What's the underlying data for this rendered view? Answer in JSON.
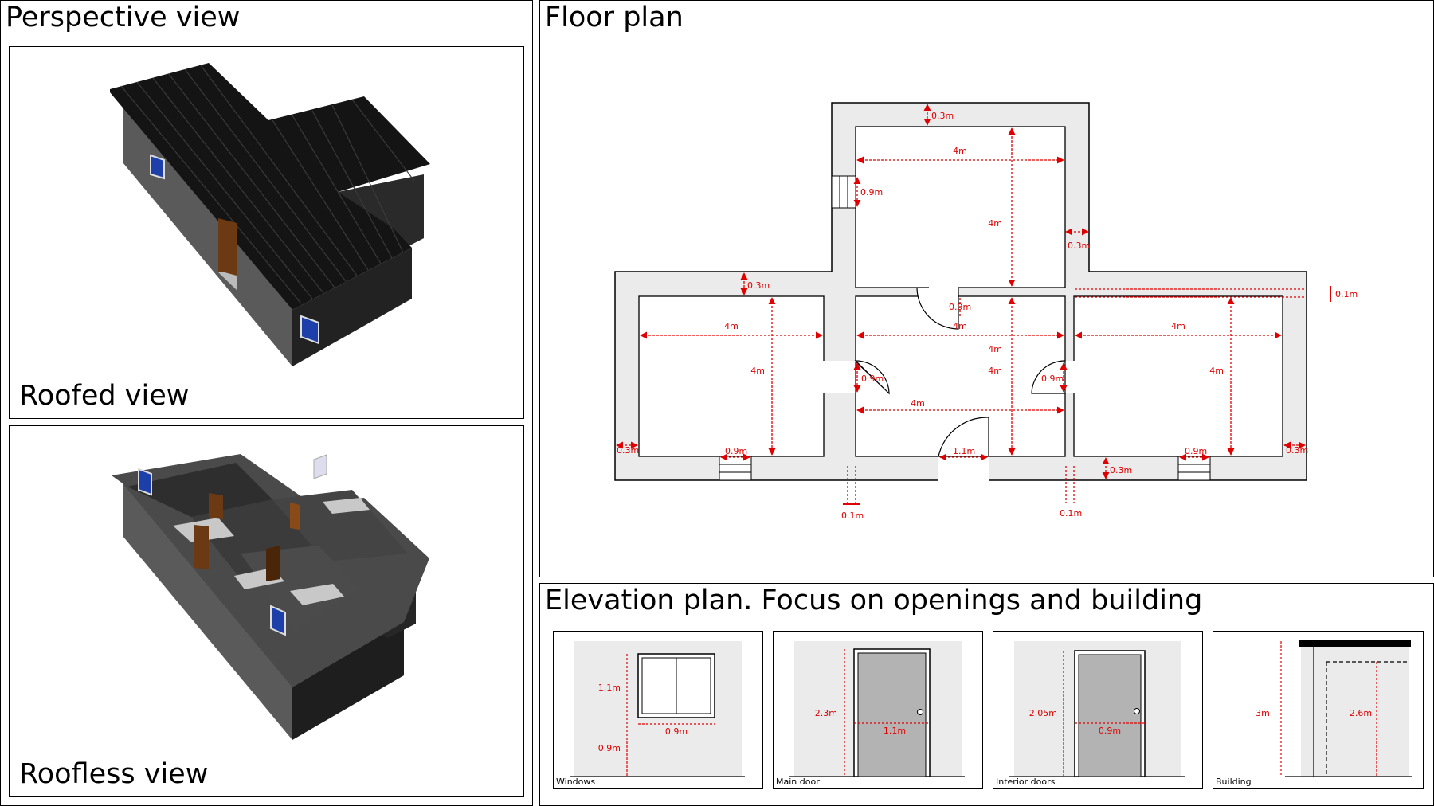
{
  "perspective": {
    "title": "Perspective view",
    "roofed_label": "Roofed view",
    "roofless_label": "Roofless view"
  },
  "floor_plan": {
    "title": "Floor plan",
    "dims": {
      "d4m": "4m",
      "d03": "0.3m",
      "d09": "0.9m",
      "d11": "1.1m",
      "d01": "0.1m"
    }
  },
  "elevation": {
    "title": "Elevation plan. Focus on openings and building",
    "windows": {
      "label": "Windows",
      "height": "1.1m",
      "sill": "0.9m",
      "width": "0.9m"
    },
    "main_door": {
      "label": "Main door",
      "height": "2.3m",
      "width": "1.1m"
    },
    "interior_doors": {
      "label": "Interior doors",
      "height": "2.05m",
      "width": "0.9m"
    },
    "building": {
      "label": "Building",
      "total_height": "3m",
      "interior_height": "2.6m"
    }
  },
  "colors": {
    "dimension": "#e00000",
    "wall_fill": "#ebebeb",
    "roof": "#141414",
    "wall_dark": "#3a3a3a",
    "door_wood": "#6b3a12",
    "window_glass": "#1c3faa"
  }
}
